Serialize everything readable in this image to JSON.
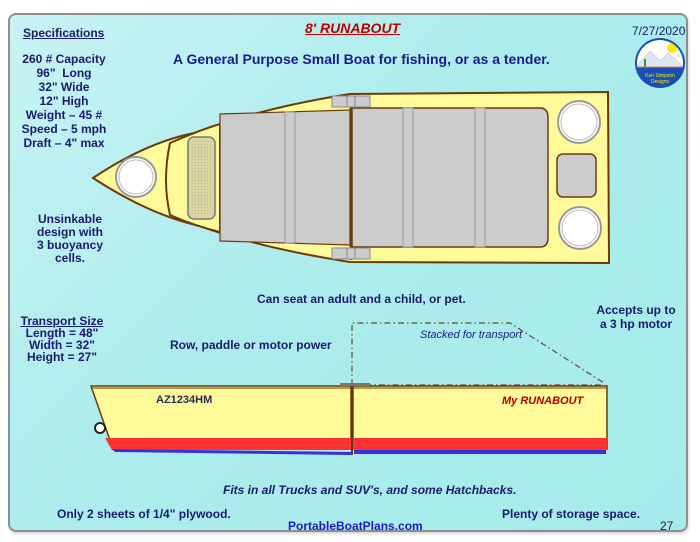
{
  "header": {
    "title": "8' RUNABOUT",
    "subtitle": "A General Purpose Small Boat for fishing, or as a tender.",
    "date": "7/27/2020"
  },
  "logo": {
    "icon": "ken-simpson-designs-logo",
    "line1": "Ken Simpson",
    "line2": "Designs"
  },
  "specifications": {
    "heading": "Specifications",
    "items": [
      "260 # Capacity",
      "96\"  Long",
      "32\" Wide",
      "12\" High",
      "Weight – 45 #",
      "Speed – 5 mph",
      "Draft – 4\" max"
    ]
  },
  "buoyancy_note": [
    "Unsinkable",
    "design with",
    "3 buoyancy",
    "cells."
  ],
  "transport_size": {
    "heading": "Transport Size",
    "items": [
      "Length = 48\"",
      "Width = 32\"",
      "Height = 27\""
    ]
  },
  "notes": {
    "seating": "Can seat an adult and a child, or pet.",
    "power": "Row, paddle or motor power",
    "motor_line1": "Accepts up to",
    "motor_line2": "a 3 hp motor",
    "stacked": "Stacked for transport",
    "fits": "Fits in all Trucks and SUV's, and some Hatchbacks.",
    "plywood": "Only 2 sheets of 1/4\" plywood.",
    "storage": "Plenty of storage space."
  },
  "side_view": {
    "registration": "AZ1234HM",
    "boat_name": "My RUNABOUT"
  },
  "footer": {
    "website": "PortableBoatPlans.com",
    "page_number": "27"
  },
  "colors": {
    "background": "#a8ecec",
    "hull_fill": "#fffb9a",
    "hull_outline": "#6b3a0a",
    "deck_gray": "#cccccc",
    "bottom_red": "#ff3333",
    "bottom_blue": "#3333dd",
    "title_red": "#c00000",
    "text_navy": "#1a1a6e"
  }
}
